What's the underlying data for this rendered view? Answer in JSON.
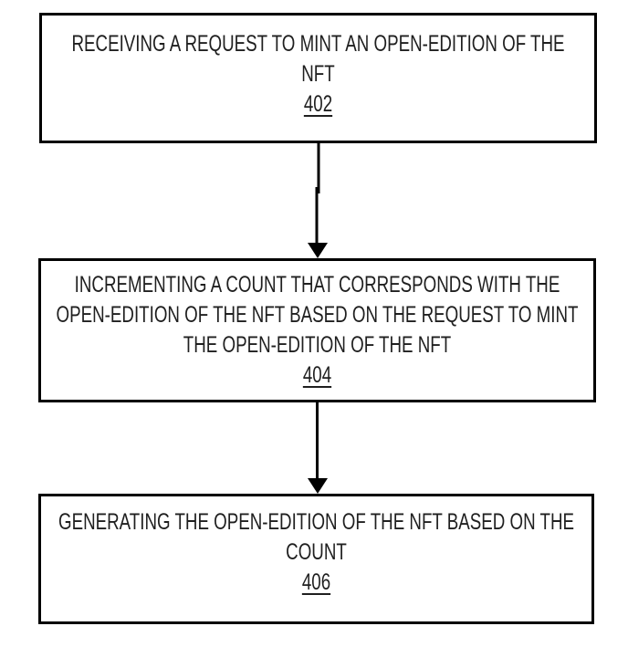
{
  "figure": {
    "type": "flowchart",
    "background_color": "#ffffff",
    "stroke_color": "#000000",
    "text_color": "#1f1f1f",
    "boxes": [
      {
        "name": "receiving-request-step",
        "lines": [
          "RECEIVING A REQUEST TO MINT AN OPEN-EDITION OF THE",
          "NFT"
        ],
        "ref": "402"
      },
      {
        "name": "incrementing-count-step",
        "lines": [
          "INCREMENTING A COUNT THAT CORRESPONDS WITH THE",
          "OPEN-EDITION OF THE NFT BASED ON THE REQUEST TO MINT",
          "THE OPEN-EDITION OF THE NFT"
        ],
        "ref": "404"
      },
      {
        "name": "generating-step",
        "lines": [
          "GENERATING THE OPEN-EDITION OF THE NFT BASED ON THE",
          "COUNT"
        ],
        "ref": "406"
      }
    ],
    "connectors": [
      {
        "from": "402",
        "to": "404",
        "direction": "down"
      },
      {
        "from": "404",
        "to": "406",
        "direction": "down"
      }
    ]
  }
}
